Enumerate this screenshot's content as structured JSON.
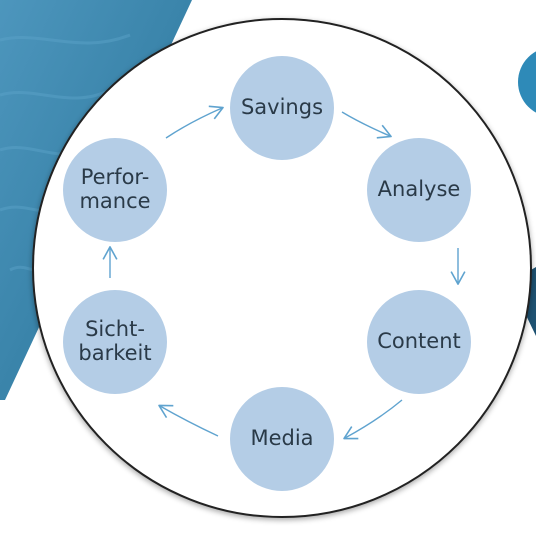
{
  "colors": {
    "node_fill": "#b4cde6",
    "arrow": "#5fa3cf",
    "accent_blue": "#2e8ab8",
    "accent_dark": "#1e5272",
    "background_blue": "#3a84aa",
    "text": "#2a3a48"
  },
  "cycle": {
    "nodes": [
      {
        "id": "savings",
        "label": "Savings"
      },
      {
        "id": "analyse",
        "label": "Analyse"
      },
      {
        "id": "content",
        "label": "Content"
      },
      {
        "id": "media",
        "label": "Media"
      },
      {
        "id": "sichtbarkeit",
        "label": "Sicht-\nbarkeit"
      },
      {
        "id": "performance",
        "label": "Perfor-\nmance"
      }
    ]
  }
}
